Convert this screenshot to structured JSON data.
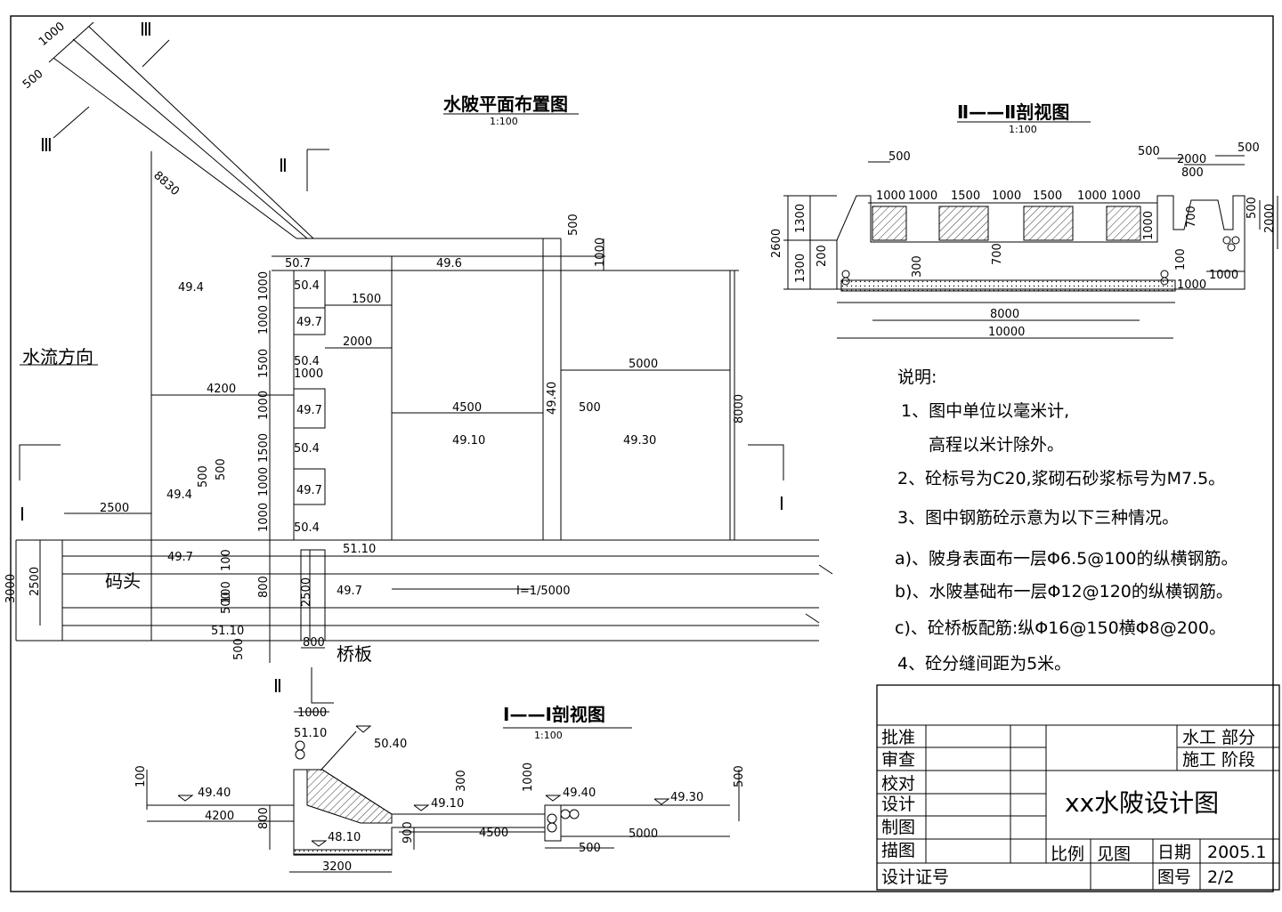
{
  "plan": {
    "title": "水陂平面布置图",
    "scale": "1:100",
    "flow_label": "水流方向",
    "wharf_label": "码头",
    "bridge_label": "桥板",
    "slope_label": "I=1/5000",
    "sec_I": "Ⅰ",
    "sec_II": "Ⅱ",
    "sec_III": "Ⅲ",
    "elevations": {
      "e507": "50.7",
      "e496": "49.6",
      "e494a": "49.4",
      "e504a": "50.4",
      "e497a": "49.7",
      "e504b": "50.4",
      "e497b": "49.7",
      "e504c": "50.4",
      "e497c": "49.7",
      "e504d": "50.4",
      "e494b": "49.4",
      "e4940": "49.40",
      "e4910": "49.10",
      "e4930": "49.30",
      "e497d": "49.7",
      "e5110a": "51.10",
      "e497e": "49.7",
      "e5110b": "51.10"
    },
    "dims": {
      "d1000a": "1000",
      "d500a": "500",
      "d8830": "8830",
      "d500b": "500",
      "d1000b": "1000",
      "d1000c": "1000",
      "d1000d": "1000",
      "d1500a": "1500",
      "d1500b": "1500",
      "d2000": "2000",
      "d1000e": "1000",
      "d4200": "4200",
      "d1000f": "1000",
      "d4500": "4500",
      "d500c": "500",
      "d5000": "5000",
      "d8000": "8000",
      "d1500c": "1500",
      "d1000g": "1000",
      "d500d": "500",
      "d500e": "500",
      "d1000h": "1000",
      "d2500a": "2500",
      "d3000": "3000",
      "d2500b": "2500",
      "d100a": "100",
      "d100b": "100",
      "d800a": "800",
      "d500f": "500",
      "d2500c": "2500",
      "d800b": "800",
      "d500g": "500"
    }
  },
  "section2": {
    "title": "Ⅱ——Ⅱ剖视图",
    "scale": "1:100",
    "dims": {
      "d500a": "500",
      "d500b": "500",
      "d2000a": "2000",
      "d500c": "500",
      "d800": "800",
      "d1000a": "1000",
      "d1000b": "1000",
      "d1500a": "1500",
      "d1000c": "1000",
      "d1500b": "1500",
      "d1000d": "1000",
      "d1000e": "1000",
      "d1300a": "1300",
      "d2600": "2600",
      "d1300b": "1300",
      "d200": "200",
      "d300": "300",
      "d700a": "700",
      "d1000f": "1000",
      "d700b": "700",
      "d500d": "500",
      "d2000b": "2000",
      "d100": "100",
      "d1000g": "1000",
      "d1000h": "1000",
      "d8000": "8000",
      "d10000": "10000"
    }
  },
  "section1": {
    "title": "Ⅰ——Ⅰ剖视图",
    "scale": "1:100",
    "elevations": {
      "e4940a": "49.40",
      "e5110": "51.10",
      "e5040": "50.40",
      "e4810": "48.10",
      "e4910": "49.10",
      "e4940b": "49.40",
      "e4930": "49.30"
    },
    "dims": {
      "d1000a": "1000",
      "d100": "100",
      "d4200": "4200",
      "d800": "800",
      "d3200": "3200",
      "d300": "300",
      "d900": "900",
      "d4500": "4500",
      "d1000b": "1000",
      "d500a": "500",
      "d5000": "5000",
      "d500b": "500"
    }
  },
  "notes": {
    "heading": "说明:",
    "n1": "1、图中单位以毫米计,",
    "n1b": "高程以米计除外。",
    "n2": "2、砼标号为C20,浆砌石砂浆标号为M7.5。",
    "n3": "3、图中钢筋砼示意为以下三种情况。",
    "na": "a)、陂身表面布一层Φ6.5@100的纵横钢筋。",
    "nb": "b)、水陂基础布一层Φ12@120的纵横钢筋。",
    "nc": "c)、砼桥板配筋:纵Φ16@150横Φ8@200。",
    "n4": "4、砼分缝间距为5米。"
  },
  "title_block": {
    "approve": "批准",
    "review": "审查",
    "check": "校对",
    "design": "设计",
    "draft": "制图",
    "trace": "描图",
    "cert": "设计证号",
    "dept": "水工  部分",
    "stage": "施工  阶段",
    "drawing_title": "xx水陂设计图",
    "scale_label": "比例",
    "scale_value": "见图",
    "date_label": "日期",
    "date_value": "2005.1",
    "no_label": "图号",
    "no_value": "2/2"
  }
}
